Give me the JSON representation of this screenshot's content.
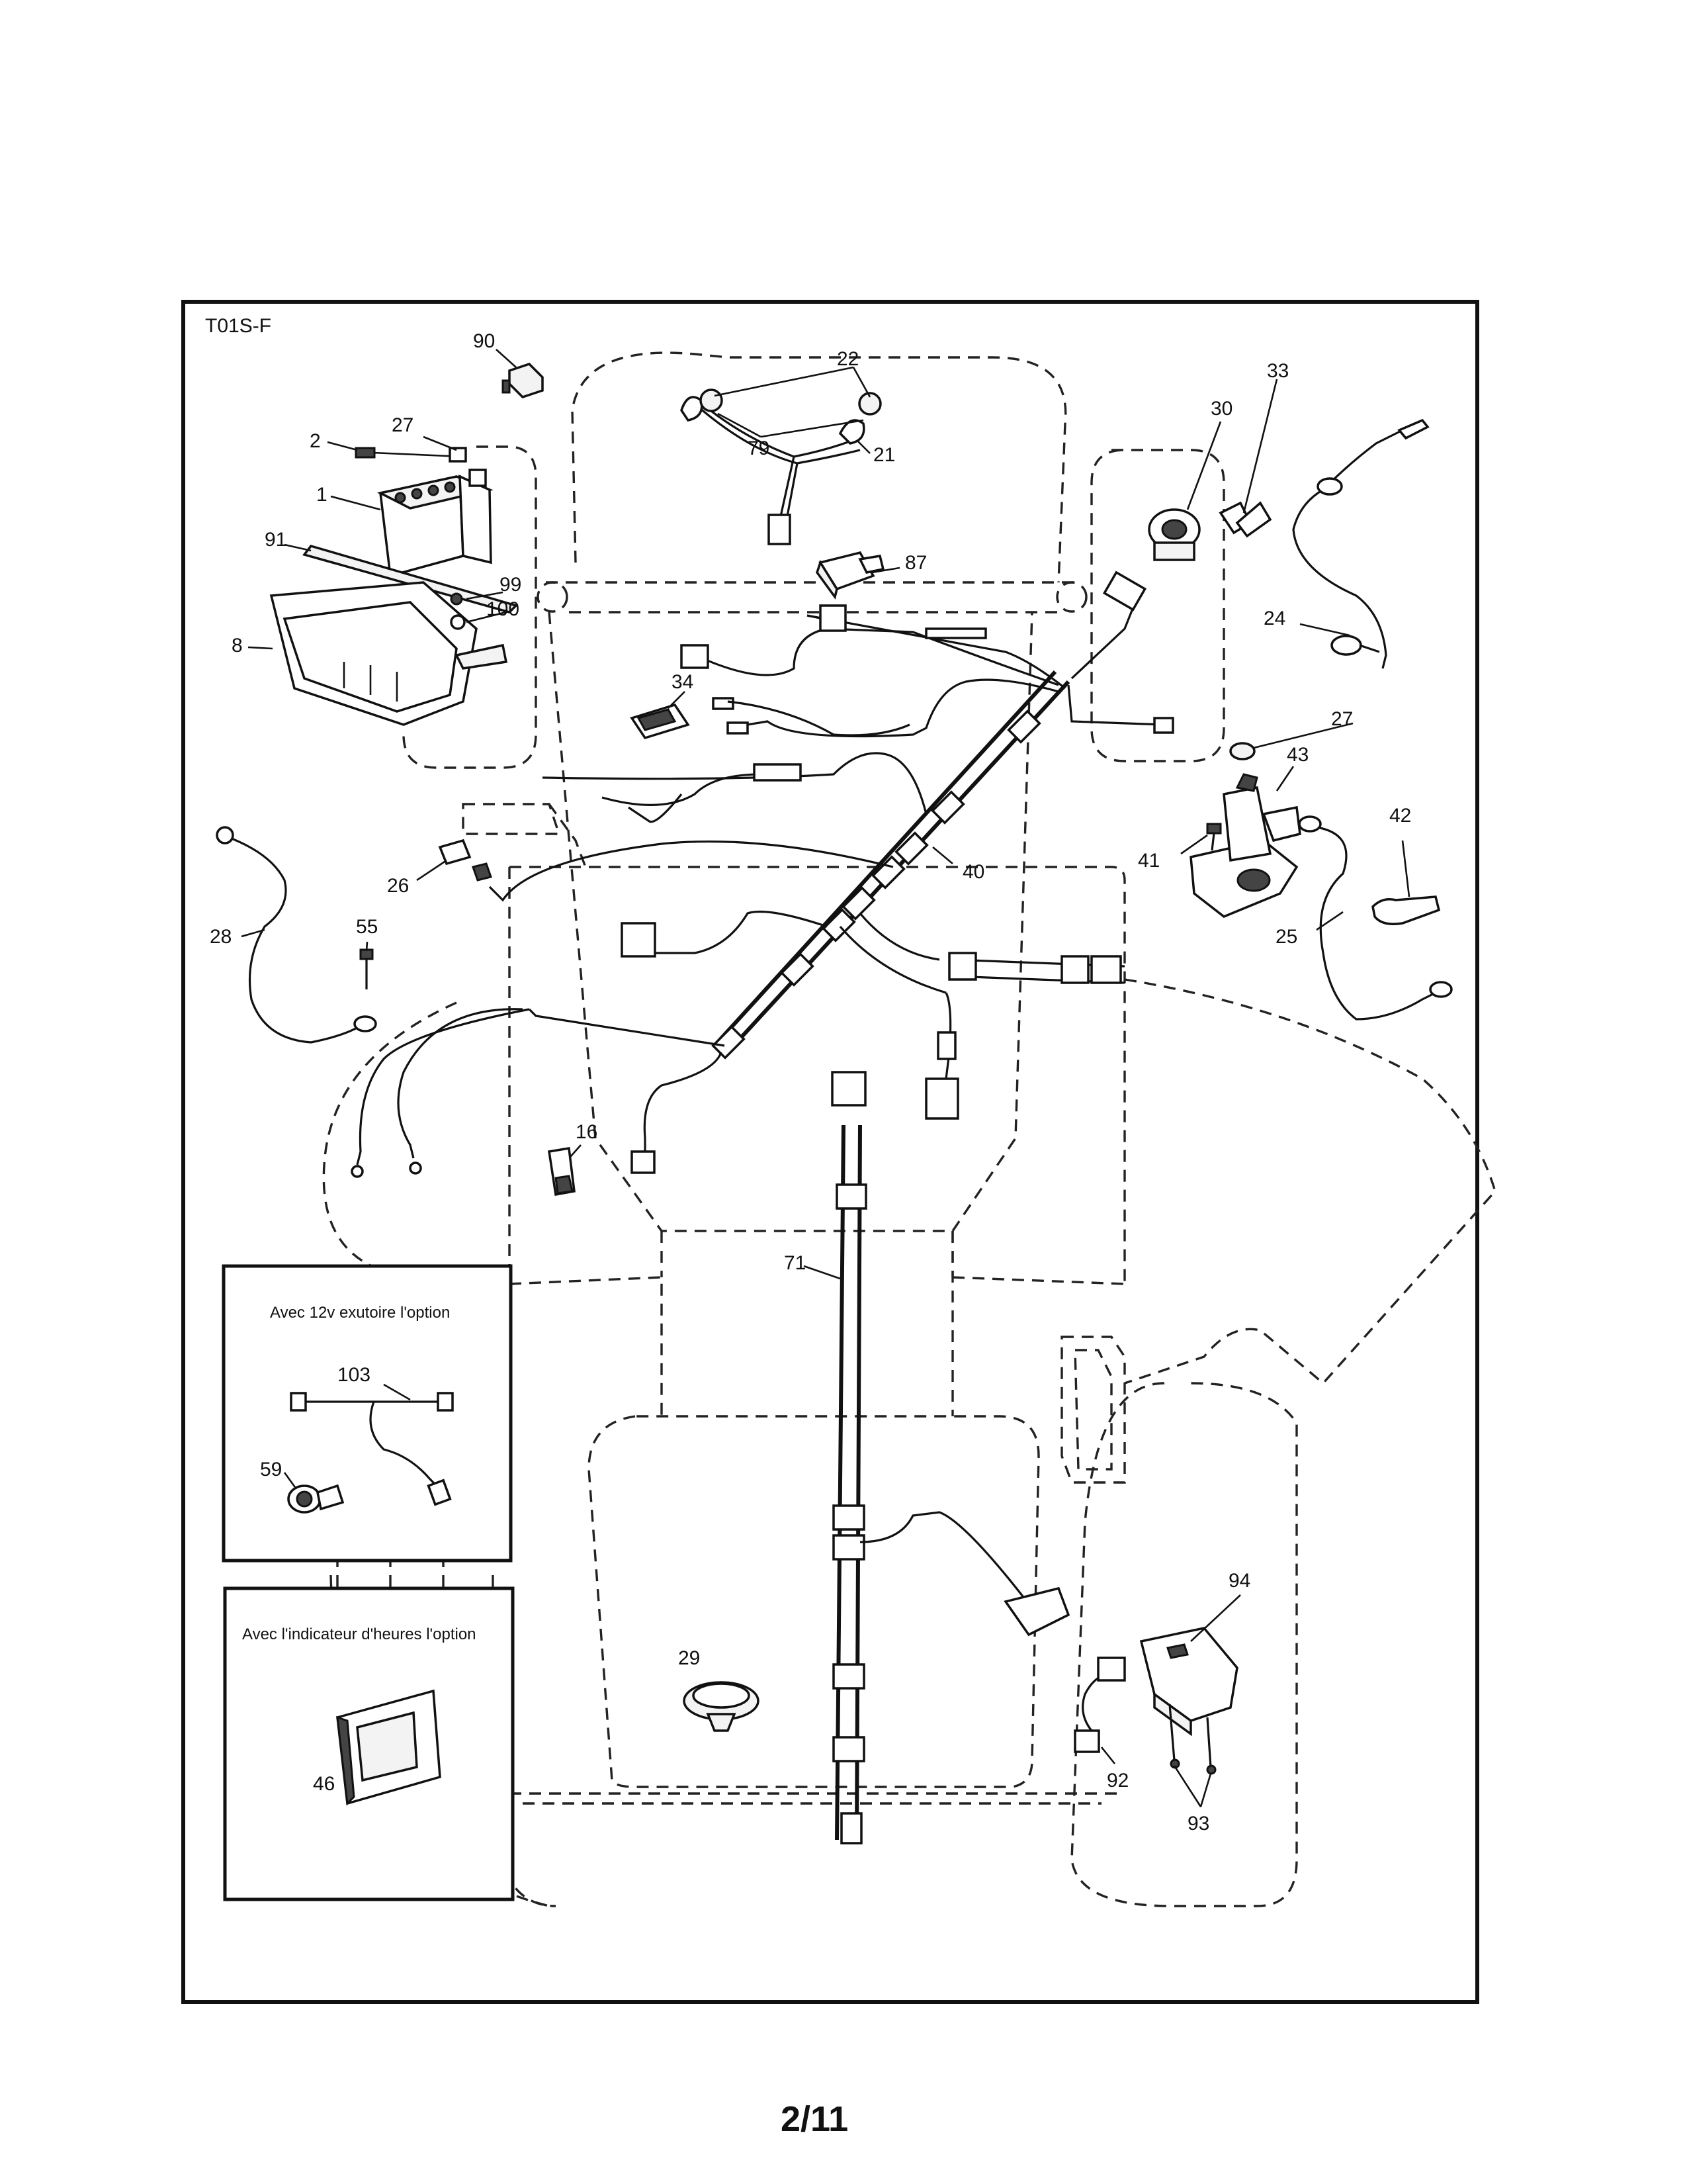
{
  "diagram_code": "T01S-F",
  "page_number": "2/11",
  "insets": {
    "outlet": {
      "title": "Avec 12v exutoire l'option"
    },
    "hour_meter": {
      "title": "Avec l'indicateur d'heures l'option"
    }
  },
  "callouts": {
    "c90": "90",
    "c22": "22",
    "c79": "79",
    "c21": "21",
    "c87": "87",
    "c2": "2",
    "c27a": "27",
    "c1": "1",
    "c91": "91",
    "c99": "99",
    "c100": "100",
    "c8": "8",
    "c33": "33",
    "c30": "30",
    "c24": "24",
    "c27b": "27",
    "c43": "43",
    "c42": "42",
    "c41": "41",
    "c25": "25",
    "c34": "34",
    "c40": "40",
    "c26": "26",
    "c28": "28",
    "c55": "55",
    "c16": "16",
    "c71": "71",
    "c103": "103",
    "c59": "59",
    "c46": "46",
    "c29": "29",
    "c94": "94",
    "c92": "92",
    "c93": "93"
  }
}
